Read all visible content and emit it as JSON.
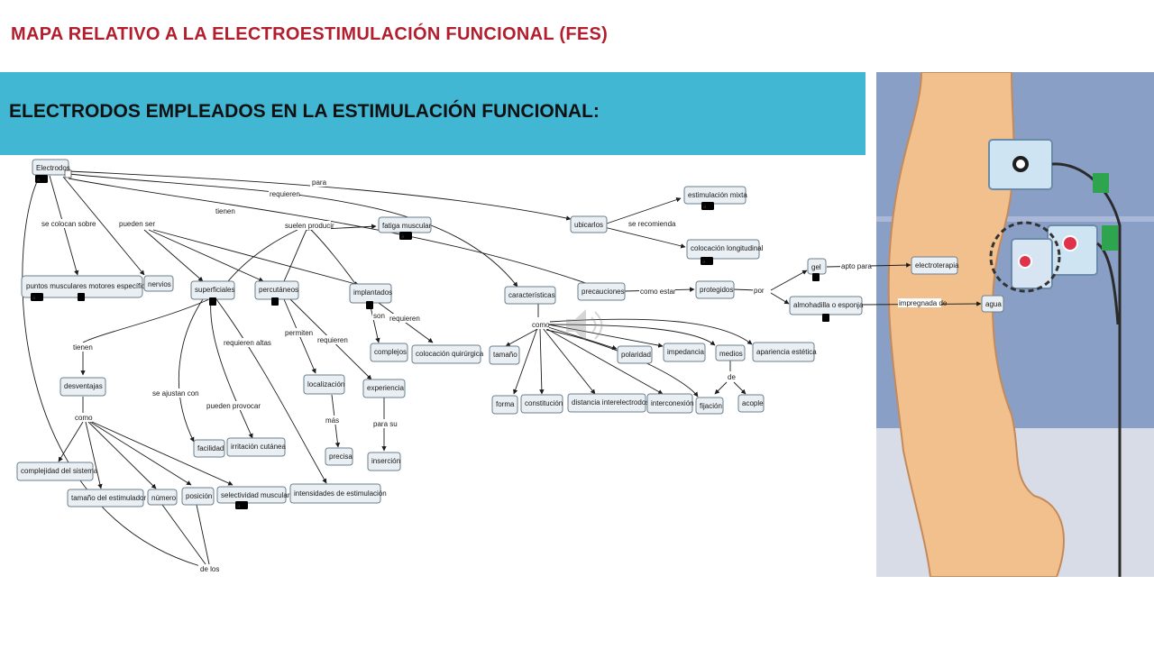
{
  "title": "MAPA RELATIVO A LA ELECTROESTIMULACIÓN FUNCIONAL (FES)",
  "banner": "ELECTRODOS EMPLEADOS EN LA ESTIMULACIÓN FUNCIONAL:",
  "colors": {
    "title": "#b21e2e",
    "banner": "#41b7d3",
    "node_fill": "#e9eff3",
    "node_stroke": "#6b7f8d"
  },
  "nodes": {
    "electrodos": "Electrodos",
    "puntos": "puntos musculares motores específicos",
    "nervios": "nervios",
    "superficiales": "superficiales",
    "percutaneos": "percutáneos",
    "implantados": "implantados",
    "fatiga": "fatiga muscular",
    "desventajas": "desventajas",
    "complejidad": "complejidad del sistema",
    "tamano_estimulador": "tamaño del estimulador",
    "numero": "número",
    "posicion": "posición",
    "selectividad": "selectividad muscular",
    "intensidades": "intensidades de estimulación",
    "facilidad": "facilidad",
    "irritacion": "irritación cutánea",
    "localizacion": "localización",
    "precisa": "precisa",
    "experiencia": "experiencia",
    "insercion": "inserción",
    "complejos": "complejos",
    "colocacion_quirurgica": "colocación quirúrgica",
    "ubicarlos": "ubicarlos",
    "estimulacion_mixta": "estimulación mixta",
    "colocacion_longitudinal": "colocación longitudinal",
    "caracteristicas": "características",
    "precauciones": "precauciones",
    "protegidos": "protegidos",
    "gel": "gel",
    "electroterapia": "electroterapia",
    "almohadilla": "almohadilla o esponja",
    "agua": "agua",
    "tamano": "tamaño",
    "forma": "forma",
    "constitucion": "constitución",
    "distancia": "distancia interelectrodos",
    "interconexion": "interconexión",
    "polaridad": "polaridad",
    "impedancia": "impedancia",
    "medios": "medios",
    "apariencia": "apariencia estética",
    "fijacion": "fijación",
    "acople": "acople"
  },
  "labels": {
    "para": "para",
    "requieren": "requieren",
    "tienen": "tienen",
    "se_colocan_sobre": "se colocan sobre",
    "pueden_ser": "pueden ser",
    "suelen_producir": "suelen producir",
    "tienen2": "tienen",
    "como1": "como",
    "se_ajustan_con": "se ajustan con",
    "pueden_provocar": "pueden provocar",
    "requieren_altas": "requieren altas",
    "permiten": "permiten",
    "requieren2": "requieren",
    "mas": "más",
    "para_su": "para su",
    "son": "son",
    "requieren3": "requieren",
    "se_recomienda": "se recomienda",
    "como2": "como",
    "como_estar": "como estar",
    "por": "por",
    "apto_para": "apto para",
    "impregnada_de": "impregnada de",
    "de": "de",
    "de_los": "de los"
  }
}
